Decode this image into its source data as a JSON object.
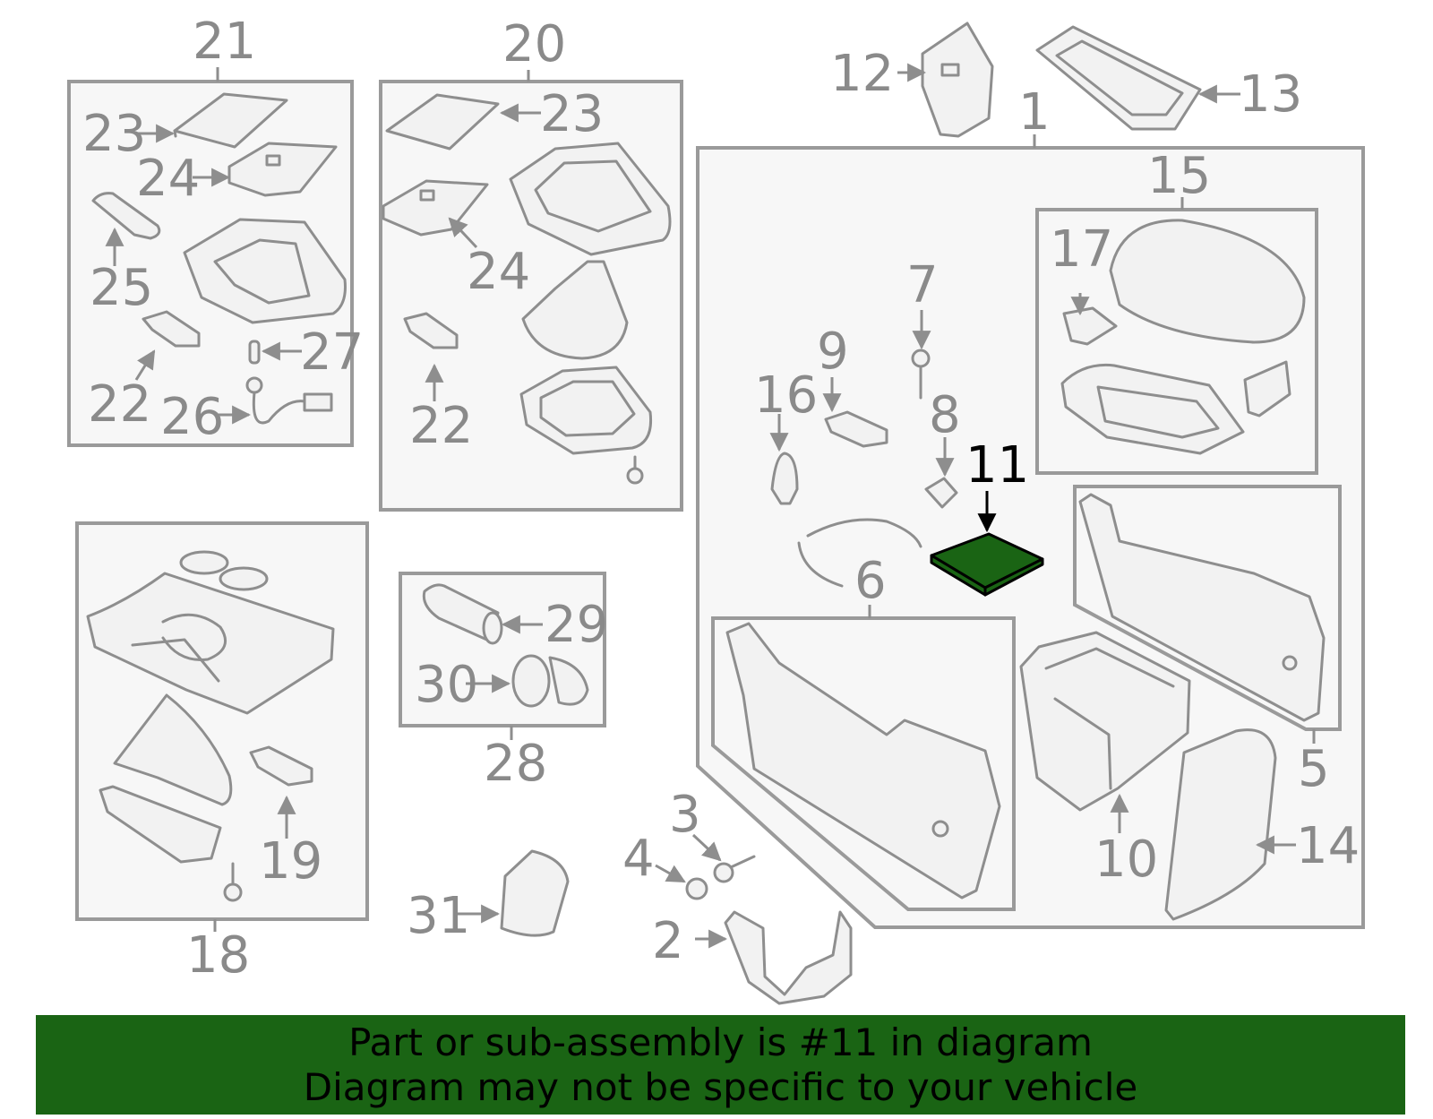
{
  "highlight_color": "#1a6414",
  "highlighted_part": "11",
  "callouts": {
    "c1": "1",
    "c2": "2",
    "c3": "3",
    "c4": "4",
    "c5": "5",
    "c6": "6",
    "c7": "7",
    "c8": "8",
    "c9": "9",
    "c10": "10",
    "c11": "11",
    "c12": "12",
    "c13": "13",
    "c14": "14",
    "c15": "15",
    "c16": "16",
    "c17": "17",
    "c18": "18",
    "c19": "19",
    "c20": "20",
    "c21": "21",
    "c22a": "22",
    "c22b": "22",
    "c23a": "23",
    "c23b": "23",
    "c24a": "24",
    "c24b": "24",
    "c25": "25",
    "c26": "26",
    "c27": "27",
    "c28": "28",
    "c29": "29",
    "c30": "30",
    "c31": "31"
  },
  "banner": {
    "line1": "Part or sub-assembly is #11 in diagram",
    "line2": "Diagram may not be specific to your vehicle"
  }
}
